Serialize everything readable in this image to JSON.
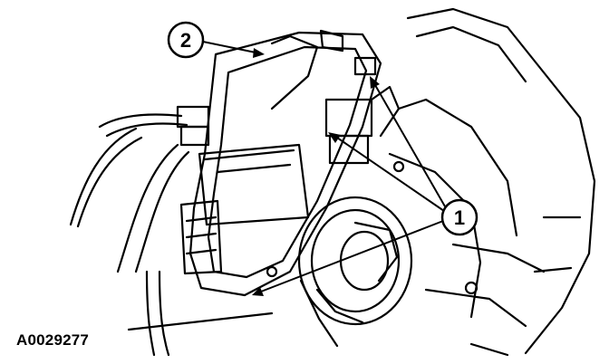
{
  "figure_id": "A0029277",
  "callouts": [
    {
      "label": "1",
      "meaning": ""
    },
    {
      "label": "2",
      "meaning": ""
    }
  ],
  "colors": {
    "ink": "#000000",
    "paper": "#ffffff"
  }
}
